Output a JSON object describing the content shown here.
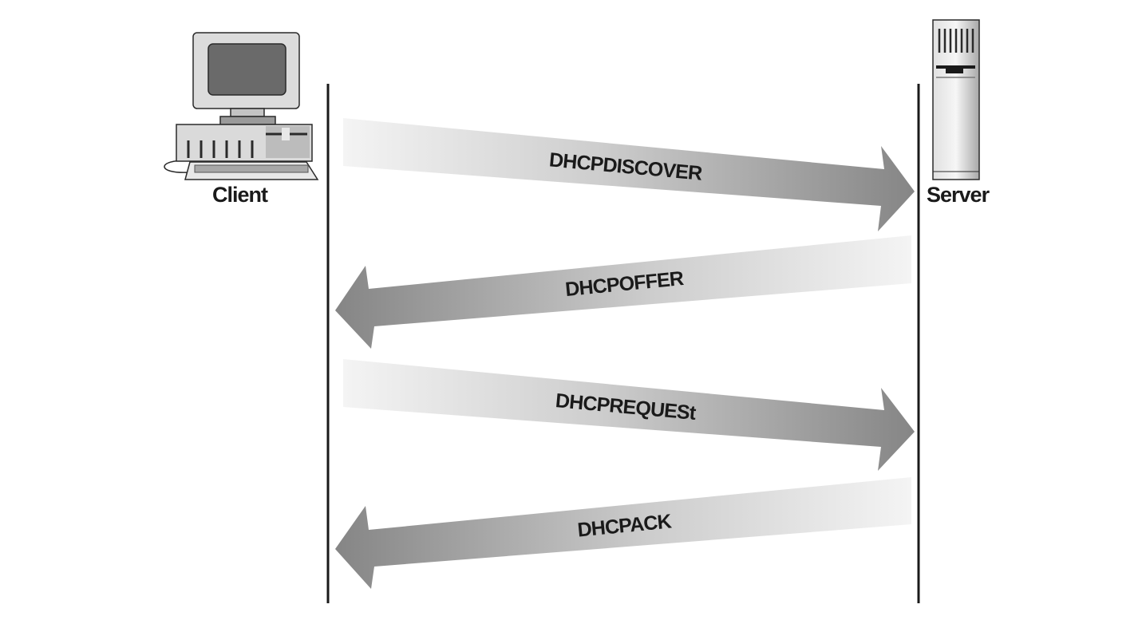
{
  "client": {
    "label": "Client",
    "icon": "desktop-computer-icon"
  },
  "server": {
    "label": "Server",
    "icon": "tower-server-icon"
  },
  "messages": [
    {
      "label": "DHCPDISCOVER",
      "direction": "client-to-server"
    },
    {
      "label": "DHCPOFFER",
      "direction": "server-to-client"
    },
    {
      "label": "DHCPREQUESt",
      "direction": "client-to-server"
    },
    {
      "label": "DHCPACK",
      "direction": "server-to-client"
    }
  ],
  "colors": {
    "lifeline": "#1a1a1a",
    "arrow_dark": "#8a8a8a",
    "arrow_light": "#f2f2f2",
    "text": "#1a1a1a"
  }
}
